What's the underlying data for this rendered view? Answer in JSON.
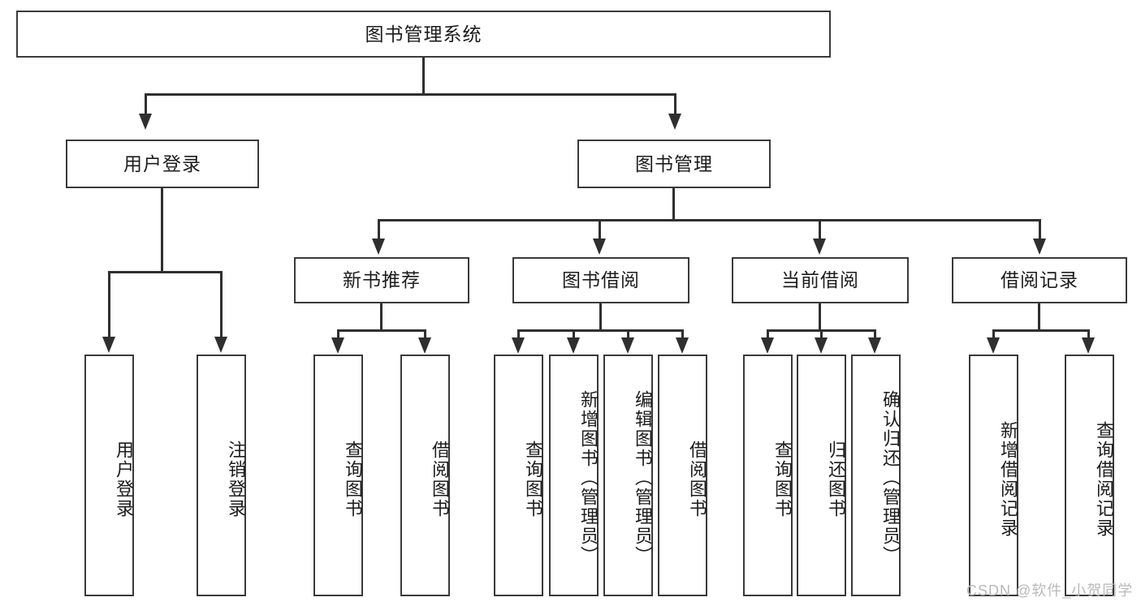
{
  "diagram": {
    "title": "图书管理系统",
    "type": "hierarchy-tree",
    "root": {
      "label": "图书管理系统"
    },
    "level2": [
      {
        "label": "用户登录"
      },
      {
        "label": "图书管理"
      }
    ],
    "level3": [
      {
        "label": "新书推荐"
      },
      {
        "label": "图书借阅"
      },
      {
        "label": "当前借阅"
      },
      {
        "label": "借阅记录"
      }
    ],
    "leaves": {
      "user_login": [
        {
          "label": "用户登录"
        },
        {
          "label": "注销登录"
        }
      ],
      "new_book_recommend": [
        {
          "label": "查询图书"
        },
        {
          "label": "借阅图书"
        }
      ],
      "book_borrow": [
        {
          "label": "查询图书"
        },
        {
          "label": "新增图书（管理员）"
        },
        {
          "label": "编辑图书（管理员）"
        },
        {
          "label": "借阅图书"
        }
      ],
      "current_borrow": [
        {
          "label": "查询图书"
        },
        {
          "label": "归还图书"
        },
        {
          "label": "确认归还（管理员）"
        }
      ],
      "borrow_record": [
        {
          "label": "新增借阅记录"
        },
        {
          "label": "查询借阅记录"
        }
      ]
    }
  },
  "watermark": {
    "text": "CSDN @软件_小贺同学"
  },
  "colors": {
    "border": "#3a3a3a",
    "edge": "#2f2f2f",
    "text": "#1c1c1c",
    "background": "#ffffff",
    "watermark": "#b9b9b9"
  }
}
